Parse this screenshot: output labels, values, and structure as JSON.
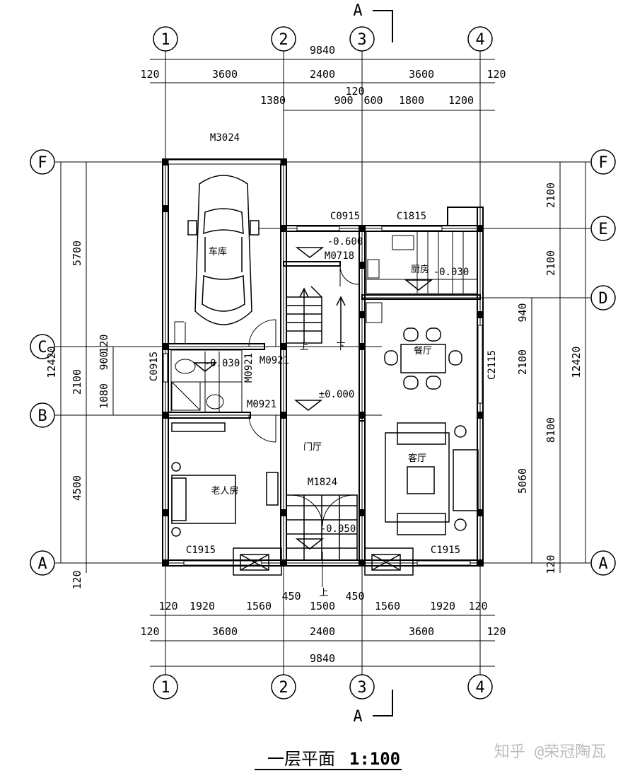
{
  "title": "一层平面",
  "scale": "1:100",
  "watermark": "知乎 @荣冠陶瓦",
  "section_mark": "A",
  "axes": {
    "v": [
      "1",
      "2",
      "3",
      "4"
    ],
    "h": [
      "A",
      "B",
      "C",
      "D",
      "E",
      "F"
    ]
  },
  "dims": {
    "top_total": "9840",
    "top_1": [
      "120",
      "3600",
      "2400",
      "3600",
      "120"
    ],
    "top_2": [
      "1380",
      "120",
      "900",
      "600",
      "1800",
      "1200"
    ],
    "bottom_1": [
      "120",
      "1920",
      "1560",
      "450",
      "1500",
      "450",
      "1560",
      "1920",
      "120"
    ],
    "bottom_2": [
      "120",
      "3600",
      "2400",
      "3600",
      "120"
    ],
    "bottom_total": "9840",
    "left": [
      "5700",
      "12420",
      "900",
      "120",
      "1080",
      "2100",
      "4500",
      "120"
    ],
    "right": [
      "2100",
      "2100",
      "940",
      "2100",
      "8100",
      "5060",
      "12420",
      "120"
    ]
  },
  "rooms": {
    "garage": "车库",
    "kitchen": "厨房",
    "dining": "餐厅",
    "living": "客厅",
    "foyer": "门厅",
    "elder": "老人房"
  },
  "openings": {
    "m3024": "M3024",
    "c0915_top": "C0915",
    "c1815": "C1815",
    "m0718": "M0718",
    "c0915_left": "C0915",
    "m0921_a": "M0921",
    "m0921_b": "M0921",
    "m0921_c": "M0921",
    "c2115": "C2115",
    "m1824": "M1824",
    "c1915_l": "C1915",
    "c1915_r": "C1915"
  },
  "levels": {
    "stair": "-0.600",
    "kitchen": "-0.030",
    "bath": "-0.030",
    "main": "±0.000",
    "porch": "-0.050"
  },
  "stair": {
    "up": "上",
    "down": "下",
    "entry_up": "上"
  }
}
